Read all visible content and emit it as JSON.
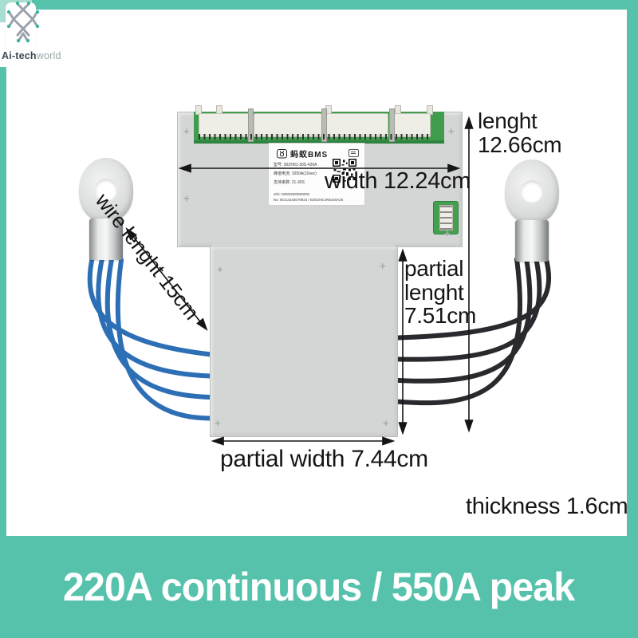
{
  "logo": {
    "brand_bold": "Ai-tech",
    "brand_light": "world"
  },
  "board_label": {
    "brand": "蚂蚁BMS",
    "model_line": "型号: 30ZH01-30S-420A",
    "current_line": "峰值电流: 1050A(10sec)",
    "series_line": "支持串数: 21-30S",
    "serial_line": "S/N: 00000000000000",
    "code_line": "No: BO12345678923 / B30ZHE1RB420A20"
  },
  "dimensions": {
    "width": "width 12.24cm",
    "length": "lenght\n12.66cm",
    "wire_length": "wire lenght 15cm",
    "partial_length": "partial\nlenght\n7.51cm",
    "partial_width": "partial width 7.44cm",
    "thickness": "thickness 1.6cm"
  },
  "banner": {
    "text": "220A continuous / 550A peak"
  },
  "colors": {
    "accent_teal": "#56c2ab",
    "accent_teal_light": "#a9dfd3",
    "pcb_green": "#3f9d4d",
    "wire_blue": "#2d6fb5",
    "wire_black": "#2a2a2e",
    "annotation_black": "#151515"
  }
}
